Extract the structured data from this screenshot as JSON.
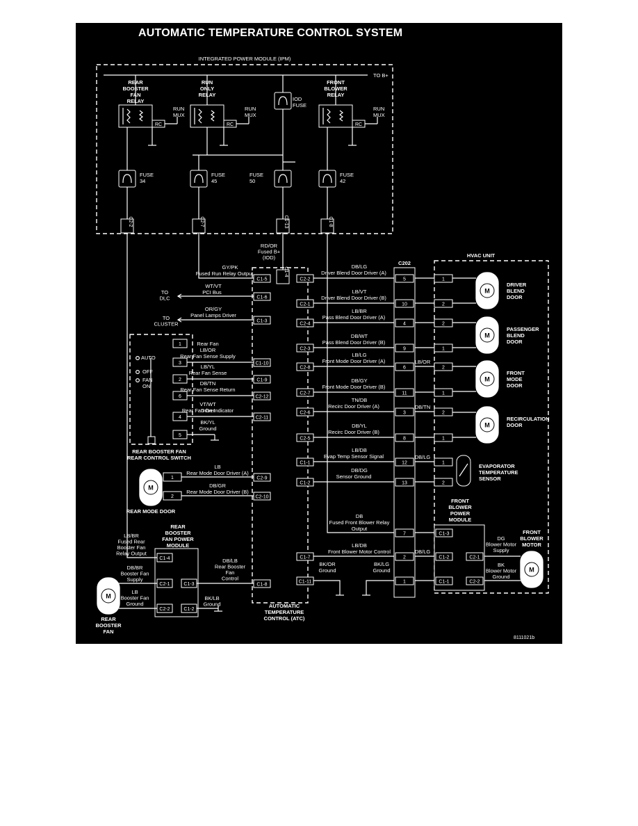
{
  "title": "AUTOMATIC TEMPERATURE CONTROL SYSTEM",
  "ipm": {
    "label": "INTEGRATED POWER MODULE (IPM)",
    "to_b_plus": "TO B+",
    "relays": [
      [
        "REAR",
        "BOOSTER",
        "FAN",
        "RELAY"
      ],
      [
        "RUN",
        "ONLY",
        "RELAY"
      ],
      [
        "FRONT",
        "BLOWER",
        "RELAY"
      ]
    ],
    "run_mux": [
      "RUN",
      "MUX"
    ],
    "rc": "RC",
    "iod_fuse": [
      "IOD",
      "FUSE"
    ],
    "fuses": [
      [
        "FUSE",
        "34"
      ],
      [
        "FUSE",
        "45"
      ],
      [
        "FUSE",
        "50"
      ],
      [
        "FUSE",
        "42"
      ]
    ],
    "connectors": [
      "C2-2",
      "C2-7",
      "C1-13",
      "C1-8"
    ]
  },
  "atc_left": {
    "rd_or": [
      "RD/OR",
      "Fused B+",
      "(IOD)"
    ],
    "c14": "C1-4",
    "wires": [
      {
        "color": "GY/PK",
        "desc": "Fused Run Relay Output",
        "pin": "C1-5"
      },
      {
        "color": "WT/VT",
        "desc": "PCI Bus",
        "pin": "C1-6"
      },
      {
        "color": "OR/GY",
        "desc": "Panel Lamps Driver",
        "pin": "C1-3"
      }
    ],
    "to_dlc": [
      "TO",
      "DLC"
    ],
    "to_cluster": [
      "TO",
      "CLUSTER"
    ]
  },
  "rear_switch": {
    "label": [
      "REAR BOOSTER FAN",
      "REAR CONTROL SWITCH"
    ],
    "positions": [
      "AUTO",
      "OFF",
      "FAN",
      "ON"
    ],
    "rows": [
      {
        "pin": "1",
        "color": "",
        "desc": "",
        "atc": ""
      },
      {
        "pin": "3",
        "color": "LB/OR",
        "desc": "Rear Fan Sense Supply",
        "desc2": "Rear Fan",
        "atc": "C1-10"
      },
      {
        "pin": "2",
        "color": "LB/YL",
        "desc": "Rear Fan Sense",
        "atc": "C1-9"
      },
      {
        "pin": "6",
        "color": "DB/TN",
        "desc": "Rear Fan Sense Return",
        "atc": "C2-12"
      },
      {
        "pin": "4",
        "color": "VT/WT",
        "desc": "Rear Fan On Indicator",
        "desc2": "Driver",
        "atc": "C2-11"
      },
      {
        "pin": "5",
        "color": "BK/YL",
        "desc": "Ground",
        "atc": ""
      }
    ]
  },
  "rear_mode_door": {
    "label": "REAR MODE DOOR",
    "rows": [
      {
        "pin": "1",
        "color": "LB",
        "desc": "Rear Mode Door Driver (A)",
        "atc": "C2-9"
      },
      {
        "pin": "2",
        "color": "DB/GR",
        "desc": "Rear Mode Door Driver (B)",
        "atc": "C2-10"
      }
    ]
  },
  "rear_booster_module": {
    "label": [
      "REAR",
      "BOOSTER",
      "FAN POWER",
      "MODULE"
    ],
    "pins": [
      "C1-4",
      "C2-1",
      "C2-2",
      "C1-3",
      "C1-2"
    ],
    "in_wire": [
      "LB/BR",
      "Fused Rear",
      "Booster Fan",
      "Relay Output"
    ],
    "db_br": [
      "DB/BR",
      "Booster Fan",
      "Supply"
    ],
    "lb": [
      "LB",
      "Booster Fan",
      "Ground"
    ],
    "db_lb": [
      "DB/LB",
      "Rear Booster",
      "Fan",
      "Control"
    ],
    "atc_pin": "C1-8",
    "bk_lb": [
      "BK/LB",
      "Ground"
    ],
    "fan": [
      "REAR",
      "BOOSTER",
      "FAN"
    ]
  },
  "atc": {
    "label": [
      "AUTOMATIC",
      "TEMPERATURE",
      "CONTROL (ATC)"
    ]
  },
  "c202": {
    "label": "C202",
    "rows": [
      {
        "atc": "C2-2",
        "color": "DB/LG",
        "desc": "Driver Blend Door Driver (A)",
        "pin": "5",
        "hvac": "1",
        "side": ""
      },
      {
        "atc": "C2-1",
        "color": "LB/VT",
        "desc": "Driver Blend Door Driver (B)",
        "pin": "10",
        "hvac": "2",
        "side": ""
      },
      {
        "atc": "C2-4",
        "color": "LB/BR",
        "desc": "Pass Blend Door Driver (A)",
        "pin": "4",
        "hvac": "2",
        "side": ""
      },
      {
        "atc": "C2-3",
        "color": "DB/WT",
        "desc": "Pass Blend Door Driver (B)",
        "pin": "9",
        "hvac": "1",
        "side": ""
      },
      {
        "atc": "C2-8",
        "color": "LB/LG",
        "desc": "Front Mode Door Driver (A)",
        "pin": "6",
        "hvac": "2",
        "side": "LB/OR"
      },
      {
        "atc": "C2-7",
        "color": "DB/GY",
        "desc": "Front Mode Door Driver (B)",
        "pin": "11",
        "hvac": "1",
        "side": ""
      },
      {
        "atc": "C2-6",
        "color": "TN/DB",
        "desc": "Recirc Door Driver (A)",
        "pin": "3",
        "hvac": "2",
        "side": "DB/TN"
      },
      {
        "atc": "C2-5",
        "color": "DB/YL",
        "desc": "Recirc Door Driver (B)",
        "pin": "8",
        "hvac": "1",
        "side": ""
      },
      {
        "atc": "C1-1",
        "color": "LB/DB",
        "desc": "Evap Temp Sensor Signal",
        "pin": "12",
        "hvac": "1",
        "side": "DB/LG"
      },
      {
        "atc": "C1-2",
        "color": "DB/DG",
        "desc": "Sensor Ground",
        "pin": "13",
        "hvac": "2",
        "side": ""
      }
    ],
    "fused_blower": {
      "color": "DB",
      "desc": [
        "Fused Front Blower Relay",
        "Output"
      ],
      "pin": "7",
      "module_pin": "C1-3"
    },
    "blower_ctrl": {
      "atc": "C1-7",
      "color": "LB/DB",
      "desc": "Front Blower Motor Control",
      "pin": "2",
      "side": "DB/LG",
      "module_pin": "C1-2"
    },
    "ground": {
      "atc": "C1-11",
      "color": [
        "BK/OR",
        "Ground"
      ],
      "bk_lg": [
        "BK/LG",
        "Ground"
      ],
      "pin": "1",
      "module_pin": "C1-1"
    }
  },
  "hvac": {
    "label": "HVAC UNIT",
    "devices": [
      [
        "DRIVER",
        "BLEND",
        "DOOR"
      ],
      [
        "PASSENGER",
        "BLEND",
        "DOOR"
      ],
      [
        "FRONT",
        "MODE",
        "DOOR"
      ],
      [
        "RECIRCULATION",
        "DOOR"
      ]
    ],
    "evap": [
      "EVAPORATOR",
      "TEMPERATURE",
      "SENSOR"
    ],
    "blower_module": [
      "FRONT",
      "BLOWER",
      "POWER",
      "MODULE"
    ],
    "blower_motor": [
      "FRONT",
      "BLOWER",
      "MOTOR"
    ],
    "dg": [
      "DG",
      "Blower Motor",
      "Supply"
    ],
    "bk": [
      "BK",
      "Blower Motor",
      "Ground"
    ],
    "motor_pins": [
      "C2-1",
      "C2-2"
    ]
  },
  "motor_letter": "M",
  "figure_id": "8111021b"
}
